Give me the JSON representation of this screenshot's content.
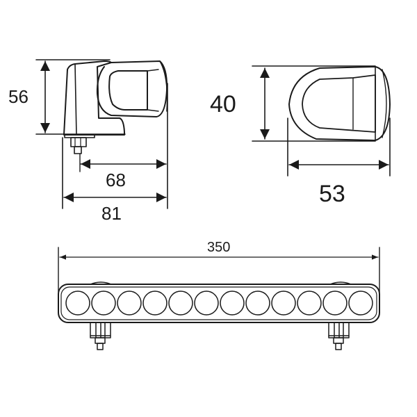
{
  "drawing": {
    "stroke_color": "#1a1a1a",
    "background": "#ffffff"
  },
  "side_view": {
    "height_label": "56",
    "inner_depth_label": "68",
    "total_depth_label": "81"
  },
  "front_view": {
    "height_label": "40",
    "width_label": "53"
  },
  "bottom_view": {
    "length_label": "350",
    "led_count": 12
  }
}
